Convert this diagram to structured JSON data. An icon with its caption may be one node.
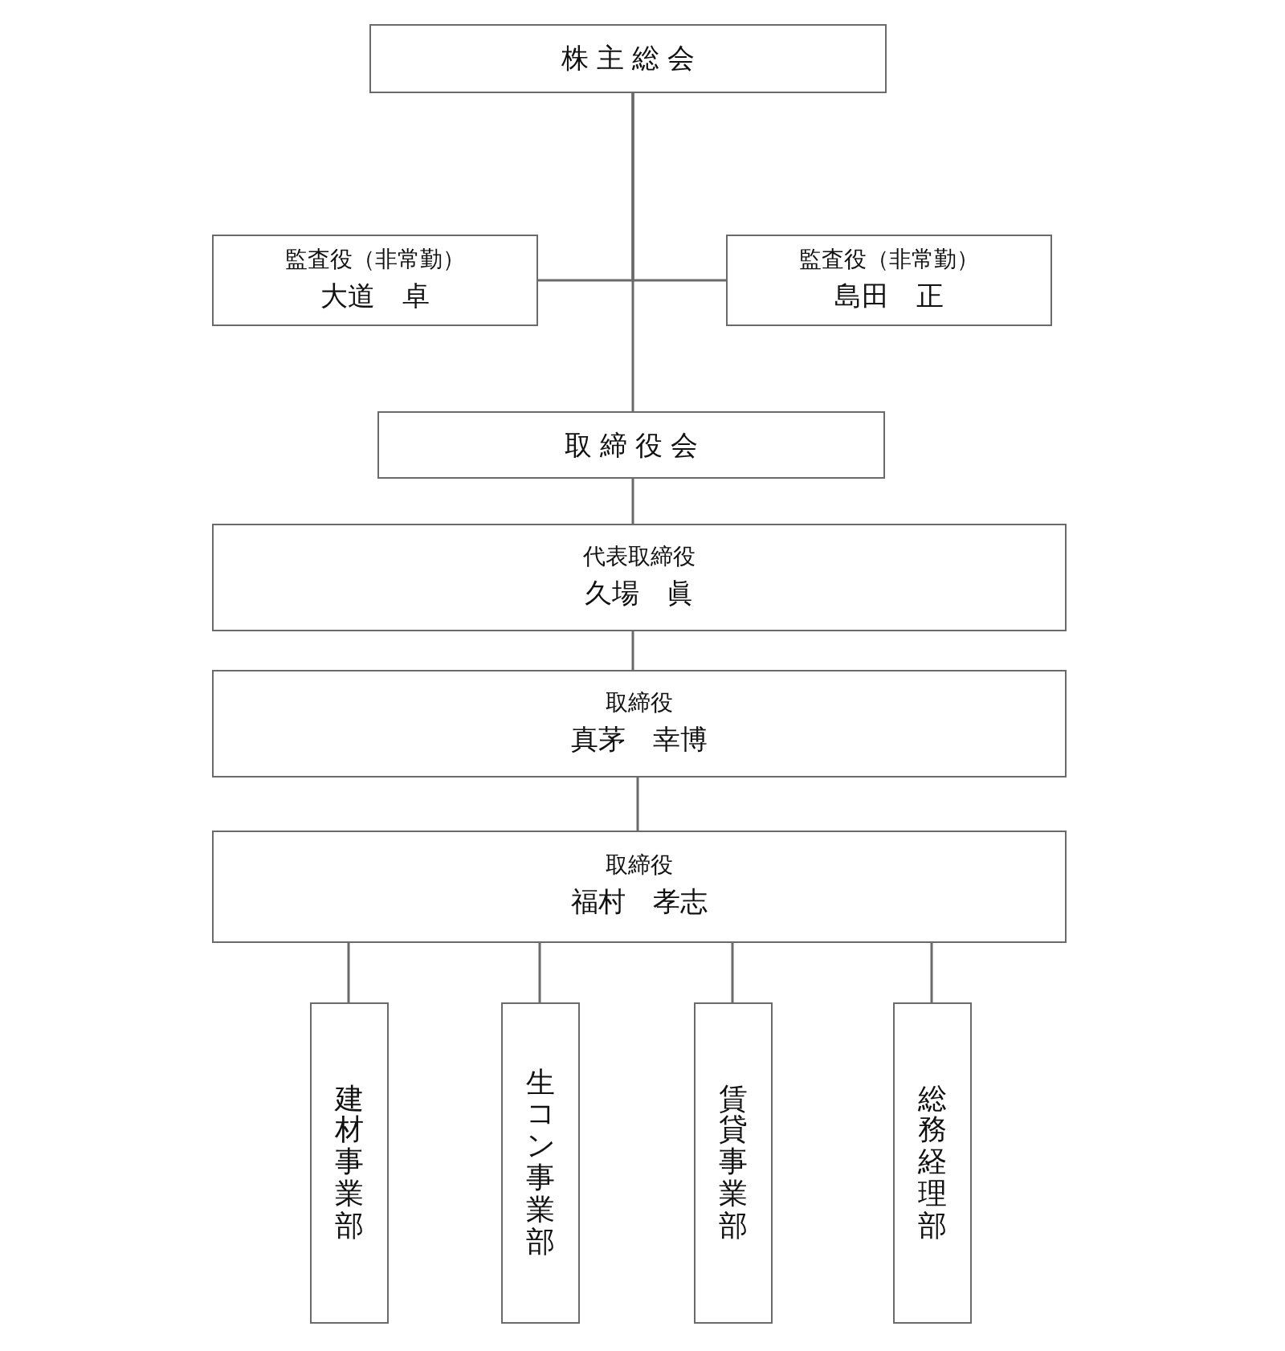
{
  "diagram": {
    "nodes": [
      {
        "text": [
          "株主総会"
        ]
      },
      {
        "text": [
          "監査役（非常勤）",
          "大道　卓"
        ]
      },
      {
        "text": [
          "監査役（非常勤）",
          "島田　正"
        ]
      },
      {
        "text": [
          "取締役会"
        ]
      },
      {
        "text": [
          "代表取締役",
          "久場　眞"
        ]
      },
      {
        "text": [
          "取締役",
          "真茅　幸博"
        ]
      },
      {
        "text": [
          "取締役",
          "福村　孝志"
        ]
      },
      {
        "text": [
          "建材事業部"
        ]
      },
      {
        "text": [
          "生コン事業部"
        ]
      },
      {
        "text": [
          "賃貸事業部"
        ]
      },
      {
        "text": [
          "総務経理部"
        ]
      }
    ],
    "edges": [
      {
        "from": 0,
        "to": 1,
        "arrow": "none"
      },
      {
        "from": 0,
        "to": 2,
        "arrow": "none"
      },
      {
        "from": 0,
        "to": 3,
        "arrow": "none"
      },
      {
        "from": 3,
        "to": 4,
        "arrow": "none"
      },
      {
        "from": 4,
        "to": 5,
        "arrow": "none"
      },
      {
        "from": 5,
        "to": 6,
        "arrow": "none"
      },
      {
        "from": 6,
        "to": 7,
        "arrow": "none"
      },
      {
        "from": 6,
        "to": 8,
        "arrow": "none"
      },
      {
        "from": 6,
        "to": 9,
        "arrow": "none"
      },
      {
        "from": 6,
        "to": 10,
        "arrow": "none"
      }
    ]
  }
}
